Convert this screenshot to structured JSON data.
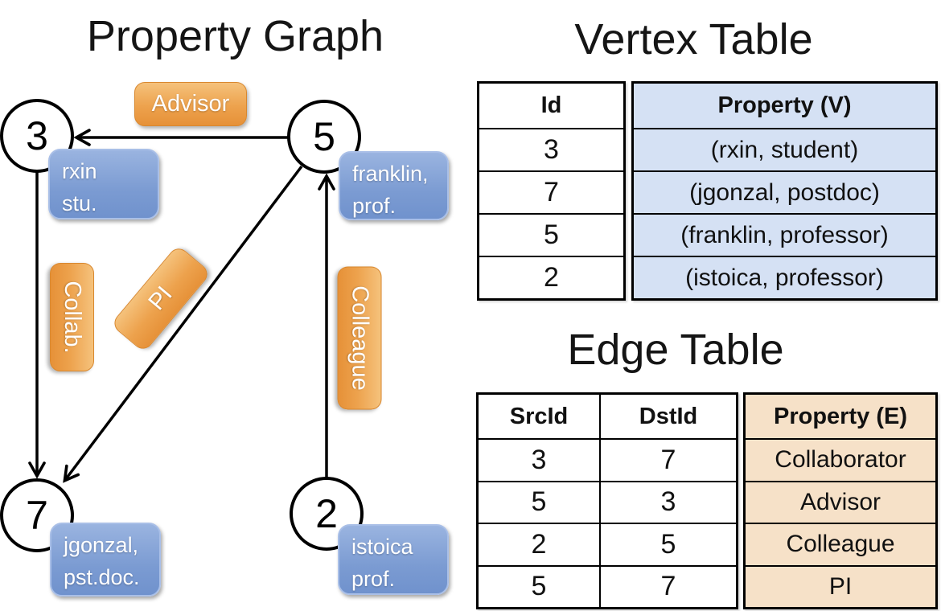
{
  "graph": {
    "title": "Property Graph",
    "nodes": [
      {
        "id": "3",
        "line1": "rxin",
        "line2": "stu."
      },
      {
        "id": "5",
        "line1": "franklin,",
        "line2": "prof."
      },
      {
        "id": "7",
        "line1": "jgonzal,",
        "line2": "pst.doc."
      },
      {
        "id": "2",
        "line1": "istoica",
        "line2": "prof."
      }
    ],
    "edges": [
      {
        "label": "Advisor",
        "src": "5",
        "dst": "3"
      },
      {
        "label": "Collab.",
        "src": "3",
        "dst": "7"
      },
      {
        "label": "PI",
        "src": "5",
        "dst": "7"
      },
      {
        "label": "Colleague",
        "src": "2",
        "dst": "5"
      }
    ]
  },
  "vertex_table": {
    "title": "Vertex Table",
    "columns": [
      "Id",
      "Property (V)"
    ],
    "rows": [
      [
        "3",
        "(rxin, student)"
      ],
      [
        "7",
        "(jgonzal, postdoc)"
      ],
      [
        "5",
        "(franklin, professor)"
      ],
      [
        "2",
        "(istoica, professor)"
      ]
    ]
  },
  "edge_table": {
    "title": "Edge Table",
    "columns": [
      "SrcId",
      "DstId",
      "Property (E)"
    ],
    "rows": [
      [
        "3",
        "7",
        "Collaborator"
      ],
      [
        "5",
        "3",
        "Advisor"
      ],
      [
        "2",
        "5",
        "Colleague"
      ],
      [
        "5",
        "7",
        "PI"
      ]
    ]
  },
  "colors": {
    "edge_label_orange": "#eda24d",
    "vertex_box_blue": "#7b9bd2",
    "vertex_table_cell_bg": "#d5e1f4",
    "edge_table_cell_bg": "#f6e1c8",
    "line_black": "#000000"
  }
}
